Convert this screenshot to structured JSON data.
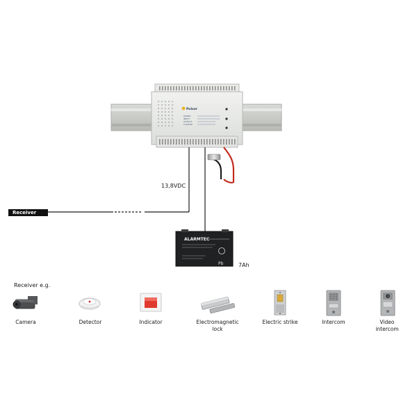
{
  "supply": {
    "logo": "Pulsar",
    "spec_lines": [
      "MODEL",
      "INPUT",
      "OUTPUT",
      "U RATED"
    ]
  },
  "output_voltage": "13,8VDC",
  "receiver_label": "Receiver",
  "battery": {
    "brand": "ALARMTEC",
    "chemistry": "Pb",
    "capacity": "7Ah"
  },
  "receivers_title": "Receiver e.g.",
  "devices": [
    {
      "label": "Camera",
      "icon": "camera-icon"
    },
    {
      "label": "Detector",
      "icon": "detector-icon"
    },
    {
      "label": "Indicator",
      "icon": "indicator-icon"
    },
    {
      "label": "Electromagnetic\nlock",
      "icon": "electromagnetic-lock-icon"
    },
    {
      "label": "Electric strike",
      "icon": "electric-strike-icon"
    },
    {
      "label": "Intercom",
      "icon": "intercom-icon"
    },
    {
      "label": "Video intercom",
      "icon": "video-intercom-icon"
    }
  ]
}
